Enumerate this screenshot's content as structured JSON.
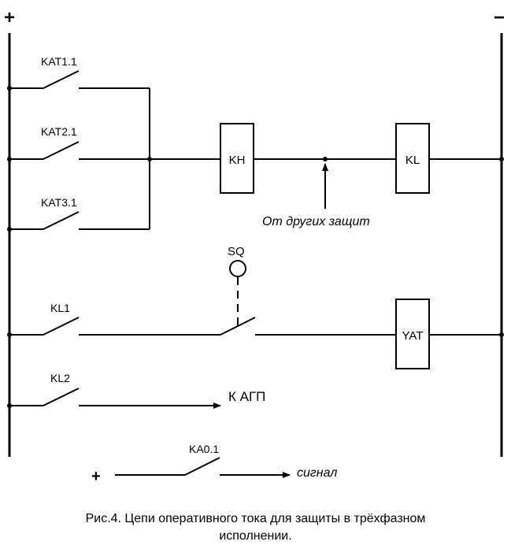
{
  "rails": {
    "plus": "+",
    "minus": "−"
  },
  "contacts": {
    "kat1": "KAT1.1",
    "kat2": "KAT2.1",
    "kat3": "KAT3.1",
    "kl1": "KL1",
    "kl2": "KL2",
    "ka0": "KA0.1"
  },
  "relays": {
    "kh": "KH",
    "kl": "KL",
    "yat": "YAT"
  },
  "switch": {
    "sq": "SQ"
  },
  "annotations": {
    "other_protections": "От других защит",
    "to_agp": "К АГП",
    "signal_plus": "+",
    "signal": "сигнал"
  },
  "caption": {
    "line1": "Рис.4. Цепи оперативного тока для защиты в трёхфазном",
    "line2": "исполнении."
  }
}
